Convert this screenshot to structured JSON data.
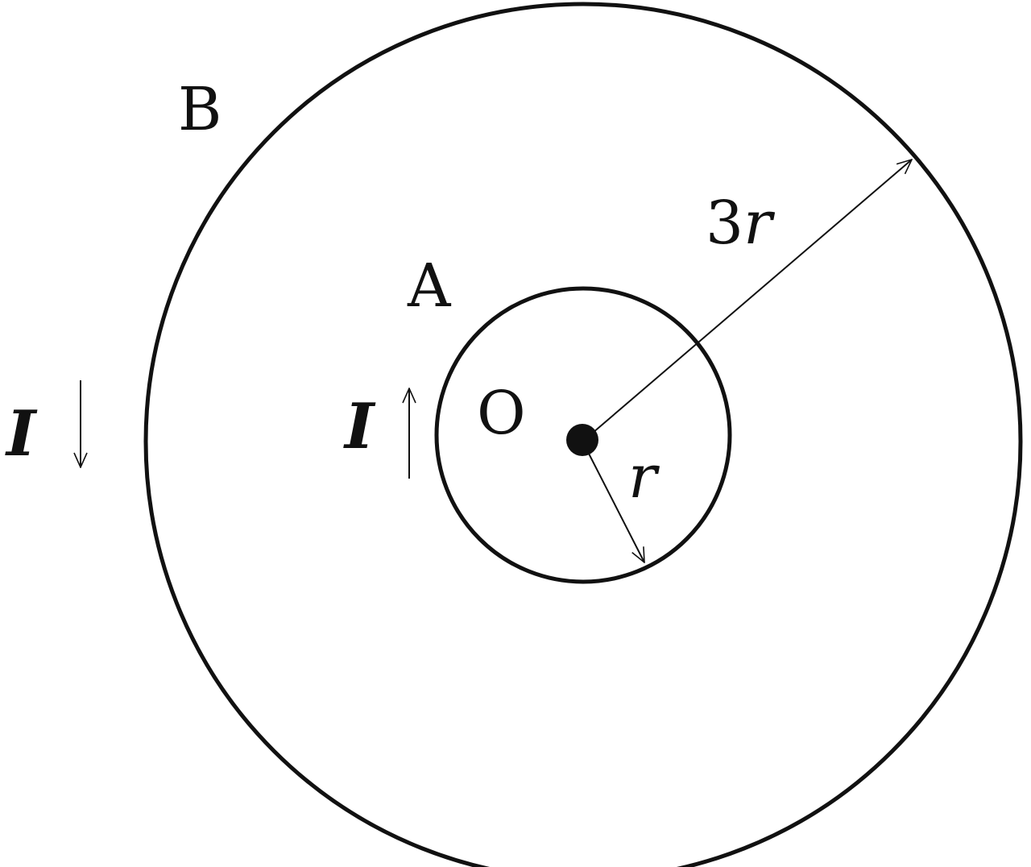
{
  "labels": {
    "outer_loop": "B",
    "inner_loop": "A",
    "center": "O",
    "outer_radius_coef": "3",
    "radius_symbol": "r",
    "inner_radius": "r",
    "current_outer": "I",
    "current_inner": "I"
  },
  "colors": {
    "stroke": "#111111",
    "background": "#ffffff"
  }
}
